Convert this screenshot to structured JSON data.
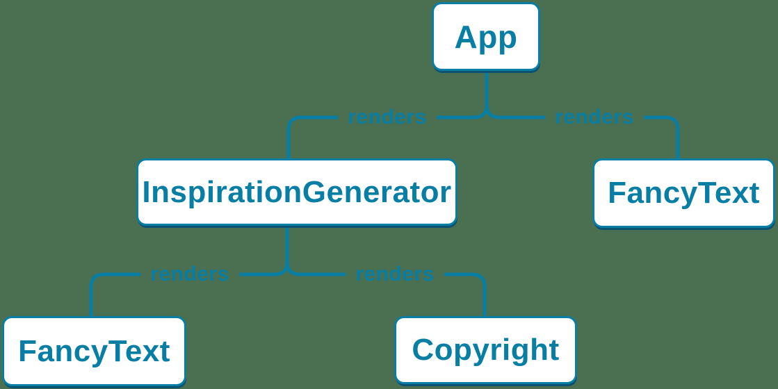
{
  "colors": {
    "background": "#4a7051",
    "accent": "#087ea4",
    "node_background": "#ffffff",
    "node_shadow": "#0b5272"
  },
  "diagram": {
    "type": "render-tree",
    "nodes": [
      {
        "id": "app",
        "label": "App",
        "children": [
          "InspirationGenerator",
          "FancyText"
        ]
      },
      {
        "id": "inspiration-generator",
        "label": "InspirationGenerator",
        "children": [
          "FancyText",
          "Copyright"
        ]
      },
      {
        "id": "fancy-text-right",
        "label": "FancyText",
        "children": []
      },
      {
        "id": "fancy-text-left",
        "label": "FancyText",
        "children": []
      },
      {
        "id": "copyright",
        "label": "Copyright",
        "children": []
      }
    ],
    "edges": [
      {
        "from": "App",
        "to": "InspirationGenerator",
        "label": "renders"
      },
      {
        "from": "App",
        "to": "FancyText",
        "label": "renders"
      },
      {
        "from": "InspirationGenerator",
        "to": "FancyText",
        "label": "renders"
      },
      {
        "from": "InspirationGenerator",
        "to": "Copyright",
        "label": "renders"
      }
    ]
  }
}
